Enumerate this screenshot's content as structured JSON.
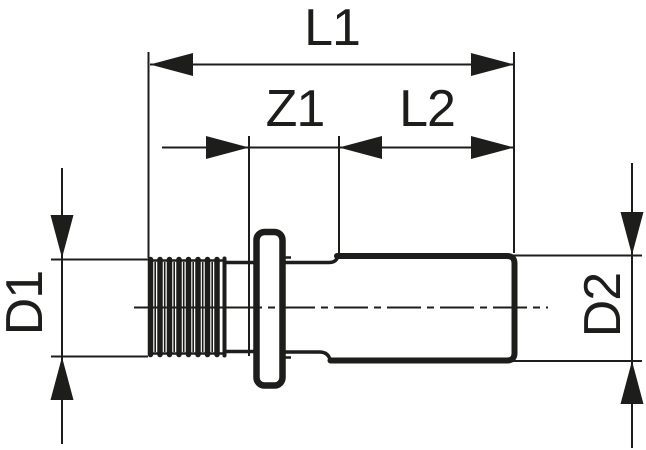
{
  "diagram": {
    "background_color": "#ffffff",
    "ink_color": "#1d1d1b",
    "labels": {
      "l1": "L1",
      "z1": "Z1",
      "l2": "L2",
      "d1": "D1",
      "d2": "D2"
    }
  }
}
